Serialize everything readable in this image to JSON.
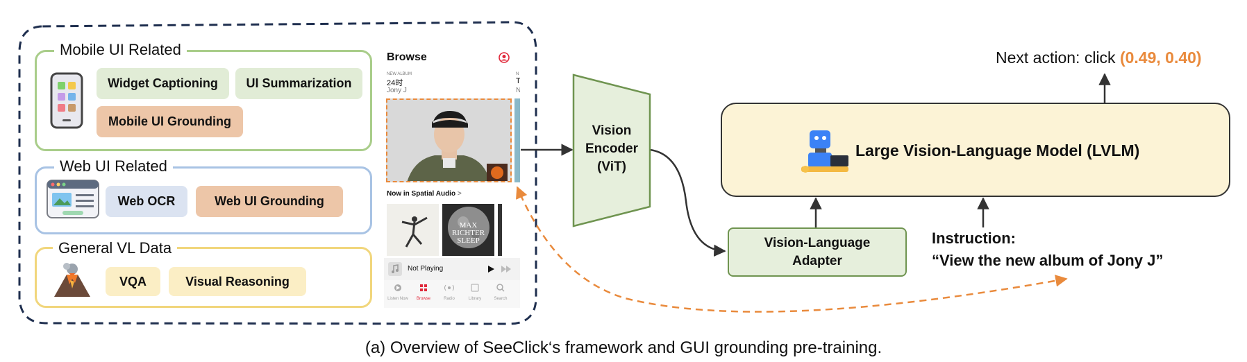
{
  "sections": {
    "mobile": {
      "title": "Mobile UI Related",
      "chips": [
        "Widget Captioning",
        "UI Summarization",
        "Mobile UI Grounding"
      ]
    },
    "web": {
      "title": "Web UI Related",
      "chips": [
        "Web OCR",
        "Web UI Grounding"
      ]
    },
    "general": {
      "title": "General VL Data",
      "chips": [
        "VQA",
        "Visual Reasoning"
      ]
    }
  },
  "phone": {
    "header": "Browse",
    "album_tag": "NEW ALBUM",
    "album_title": "24时",
    "album_artist": "Jony J",
    "next_col_tag": "N",
    "next_col_title": "T",
    "next_col_artist": "N",
    "spatial_audio": "Now in Spatial Audio",
    "spatial_chevron": ">",
    "album2_text": "MAX RICHTER SLEEP",
    "player_text": "Not Playing",
    "tabs": [
      "Listen Now",
      "Browse",
      "Radio",
      "Library",
      "Search"
    ]
  },
  "vision_encoder": "Vision Encoder (ViT)",
  "lvlm_label": "Large Vision-Language Model (LVLM)",
  "adapter_label": "Vision-Language Adapter",
  "next_action": {
    "prefix": "Next action: click ",
    "coords": "(0.49, 0.40)"
  },
  "instruction": {
    "label": "Instruction:",
    "text": "“View the new album of Jony J”"
  },
  "caption": "(a) Overview of SeeClick‘s framework and GUI grounding pre-training.",
  "colors": {
    "green_box": "#e6efdc",
    "green_border": "#6f9450",
    "yellow_box": "#fcf3d6",
    "orange_accent": "#e98a3c",
    "dashed_navy": "#1f2f4f",
    "chip_green": "#e1ecd6",
    "chip_orange": "#edc6a8",
    "chip_blue": "#dbe3f1",
    "chip_yellow": "#fbeec5"
  },
  "icons": [
    "phone-icon",
    "web-page-icon",
    "volcano-icon",
    "robot-icon",
    "profile-icon",
    "play-icon",
    "fast-forward-icon",
    "music-note-icon"
  ]
}
